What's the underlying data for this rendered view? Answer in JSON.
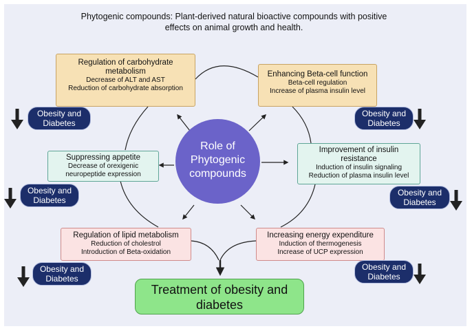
{
  "title": {
    "line1": "Phytogenic  compounds: Plant-derived natural bioactive compounds with positive",
    "line2": "effects on animal growth and health."
  },
  "center": {
    "line1": "Role of",
    "line2": "Phytogenic",
    "line3": "compounds"
  },
  "boxes": {
    "carb": {
      "heading1": "Regulation of carbohydrate",
      "heading2": "metabolism",
      "sub1": "Decrease of ALT and AST",
      "sub2": "Reduction of carbohydrate absorption"
    },
    "beta": {
      "heading": "Enhancing Beta-cell function",
      "sub1": "Beta-cell regulation",
      "sub2": "Increase of plasma insulin level"
    },
    "appetite": {
      "heading": "Suppressing appetite",
      "sub1": "Decrease of orexigenic",
      "sub2": "neuropeptide expression"
    },
    "insulin": {
      "heading1": "Improvement of insulin",
      "heading2": "resistance",
      "sub1": "Induction of insulin signaling",
      "sub2": "Reduction of plasma insulin level"
    },
    "lipid": {
      "heading": "Regulation of lipid metabolism",
      "sub1": "Reduction of cholestrol",
      "sub2": "Introduction of Beta-oxidation"
    },
    "energy": {
      "heading": "Increasing energy expenditure",
      "sub1": "Induction of thermogenesis",
      "sub2": "Increase of UCP expression"
    }
  },
  "badge": {
    "line1": "Obesity and",
    "line2": "Diabetes"
  },
  "treatment": {
    "line1": "Treatment of obesity and",
    "line2": "diabetes"
  },
  "colors": {
    "background": "#eceef7",
    "center_circle": "#6b63c9",
    "badge": "#1c2e6a",
    "treatment": "#8ee58a"
  }
}
